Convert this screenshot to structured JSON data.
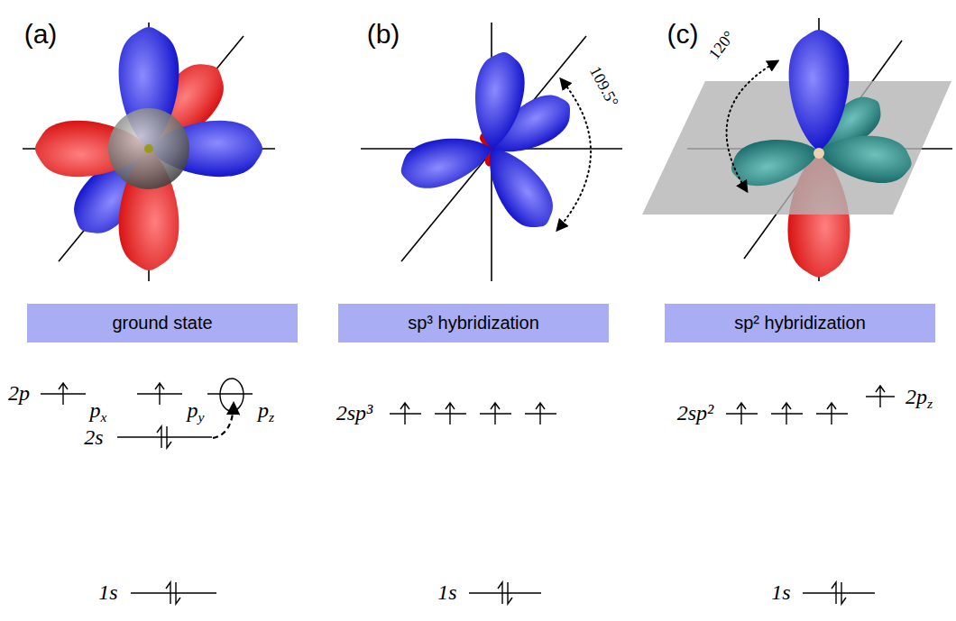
{
  "diagram": {
    "nodes": [
      {
        "text": [
          "ground state"
        ]
      },
      {
        "text": [
          "sp³ hybridization"
        ]
      },
      {
        "text": [
          "sp² hybridization"
        ]
      }
    ],
    "labels": [
      "(a)",
      "(b)",
      "(c)",
      "109.5°",
      "120°",
      "2p",
      "px",
      "py",
      "pz",
      "2s",
      "1s",
      "2sp³",
      "1s",
      "2sp²",
      "2pz",
      "1s"
    ]
  }
}
